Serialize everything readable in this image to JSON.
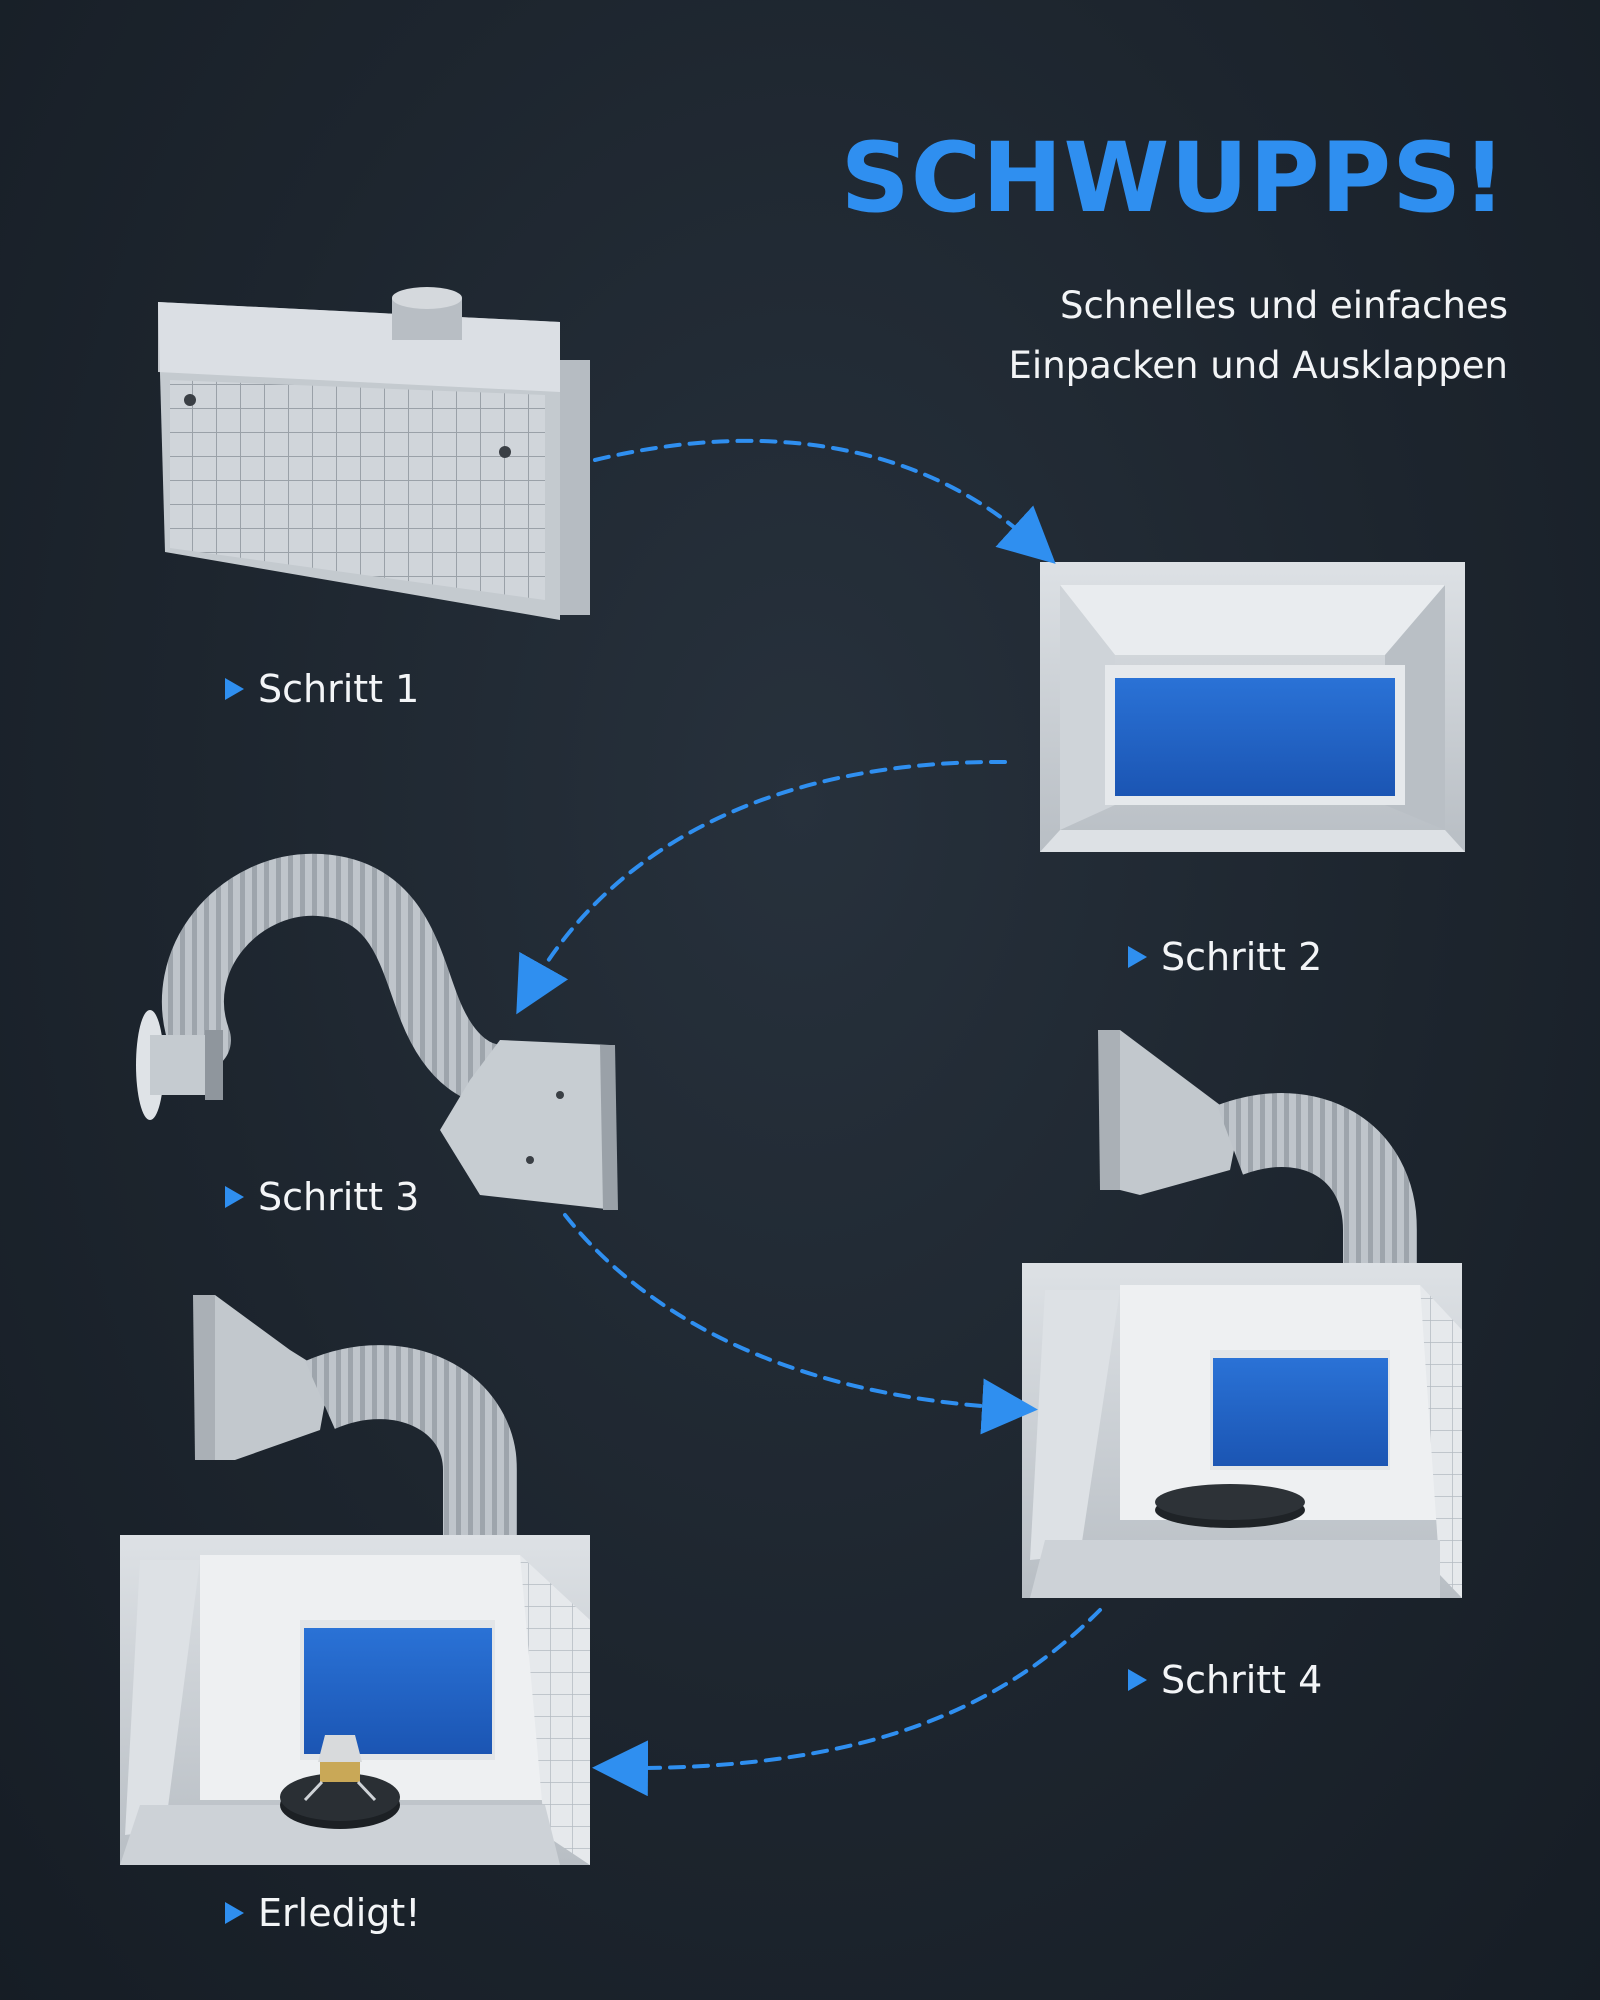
{
  "headline": "SCHWUPPS!",
  "subheadline": {
    "line1": "Schnelles und einfaches",
    "line2": "Einpacken und Ausklappen"
  },
  "steps": [
    {
      "label": "Schritt 1"
    },
    {
      "label": "Schritt 2"
    },
    {
      "label": "Schritt 3"
    },
    {
      "label": "Schritt 4"
    },
    {
      "label": "Erledigt!"
    }
  ],
  "colors": {
    "background": "#1d252e",
    "accent": "#2f8ff0",
    "text": "#f3f5f7",
    "product": "#c9ced3",
    "filter": "#1f63c6"
  },
  "icons": [
    "step-marker-icon",
    "dashed-arrow-icon"
  ]
}
